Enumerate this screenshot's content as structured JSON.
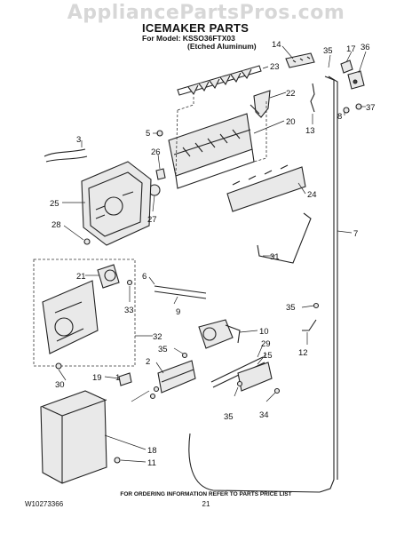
{
  "watermark": "AppliancePartsPros.com",
  "header": {
    "title": "ICEMAKER PARTS",
    "model": "For Model: KSSO36FTX03",
    "finish": "(Etched Aluminum)"
  },
  "footer": {
    "ordering_note": "FOR ORDERING INFORMATION REFER TO PARTS PRICE LIST",
    "doc_id": "W10273366",
    "page_number": "21"
  },
  "callouts": [
    "1",
    "2",
    "3",
    "5",
    "6",
    "7",
    "8",
    "9",
    "10",
    "11",
    "12",
    "13",
    "14",
    "15",
    "17",
    "18",
    "19",
    "20",
    "21",
    "22",
    "23",
    "24",
    "25",
    "26",
    "27",
    "28",
    "29",
    "30",
    "31",
    "32",
    "33",
    "34",
    "35",
    "36",
    "37"
  ]
}
